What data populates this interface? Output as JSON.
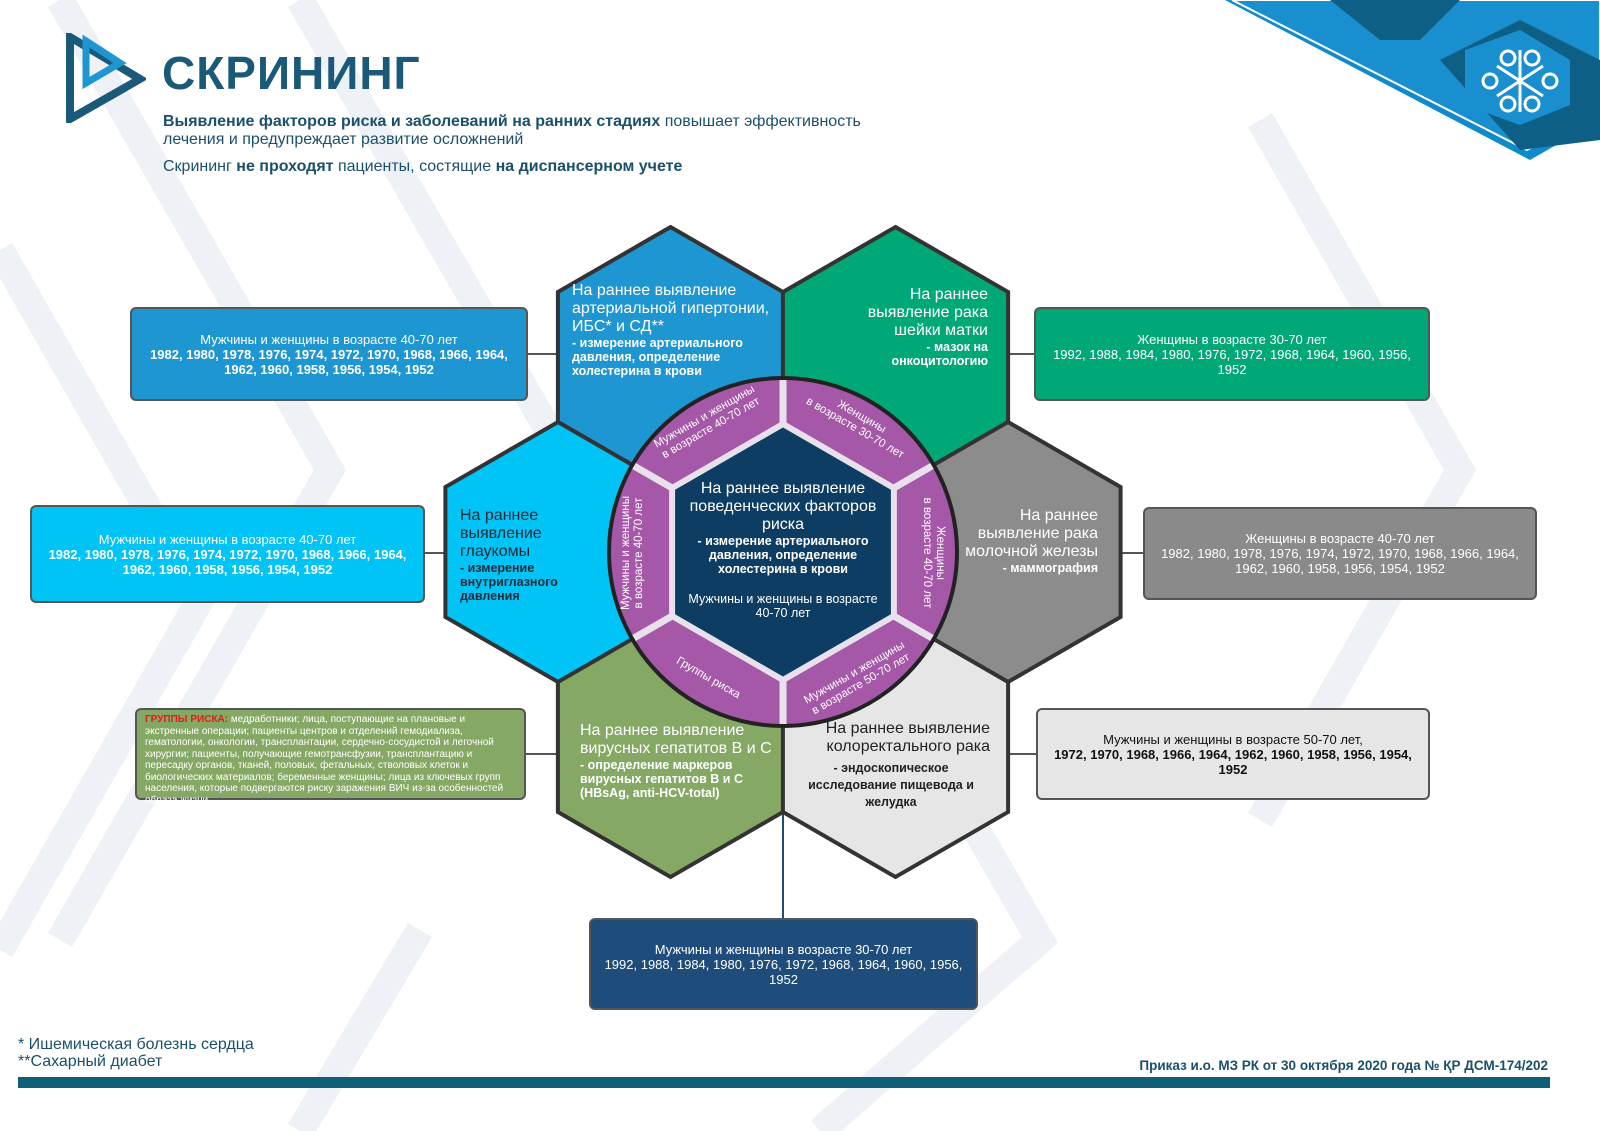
{
  "header": {
    "title": "СКРИНИНГ",
    "line1_bold": "Выявление факторов риска и заболеваний на ранних стадиях",
    "line1_rest": " повышает эффективность",
    "line2": "лечения и предупреждает развитие осложнений",
    "line3_a": "Скрининг ",
    "line3_b": "не проходят",
    "line3_c": " пациенты, состящие ",
    "line3_d": "на диспансерном учете"
  },
  "colors": {
    "blue": "#1e96d2",
    "green": "#00a878",
    "cyan": "#00c4f5",
    "gray": "#8c8c8c",
    "olive": "#86a865",
    "light": "#e6e6e6",
    "navy": "#0d3d63",
    "purple": "#a557a8",
    "brand": "#1a5a78"
  },
  "hexes": {
    "hypertension": {
      "title": "На раннее выявление артериальной гипертонии, ИБС* и СД**",
      "method": "- измерение артериального давления, определение холестерина в крови"
    },
    "cervical": {
      "title": "На раннее выявление рака шейки матки",
      "method": "- мазок на онкоцитологию"
    },
    "glaucoma": {
      "title": "На раннее выявление глаукомы",
      "method": "- измерение внутриглазного давления"
    },
    "breast": {
      "title": "На раннее выявление рака молочной железы",
      "method": "- маммография"
    },
    "hepatitis": {
      "title": "На раннее выявление вирусных гепатитов В и С",
      "method": "- определение маркеров вирусных гепатитов В и С (HBsAg, anti-HCV-total)"
    },
    "colorectal": {
      "title": "На раннее выявление колоректального рака",
      "method": "- эндоскопическое исследование пищевода и желудка"
    },
    "center": {
      "title": "На раннее выявление поведенческих факторов риска",
      "method": "- измерение артериального давления, определение холестерина в крови",
      "audience": "Мужчины и женщины в возрасте 40-70 лет"
    }
  },
  "ring": {
    "top_left": "Мужчины и женщины\nв возрасте 40-70 лет",
    "top_right": "Женщины\nв возрасте 30-70 лет",
    "right": "Женщины\nв возрасте 40-70 лет",
    "bottom_right": "Мужчины и женщины\nв возрасте 50-70 лет",
    "bottom_left": "Группы риска",
    "left": "Мужчины и женщины\nв возрасте 40-70 лет"
  },
  "boxes": {
    "hypertension": {
      "title": "Мужчины и женщины в возрасте 40-70 лет",
      "years": "1982, 1980, 1978,  1976, 1974, 1972, 1970, 1968, 1966, 1964, 1962, 1960, 1958, 1956, 1954, 1952"
    },
    "cervical": {
      "title": "Женщины в возрасте 30-70 лет",
      "years": "1992, 1988, 1984, 1980, 1976, 1972, 1968, 1964, 1960, 1956, 1952"
    },
    "glaucoma": {
      "title": "Мужчины и женщины в возрасте 40-70 лет",
      "years": "1982, 1980, 1978,  1976, 1974, 1972, 1970, 1968, 1966, 1964, 1962, 1960, 1958, 1956, 1954, 1952"
    },
    "breast": {
      "title": "Женщины в возрасте 40-70 лет",
      "years": "1982, 1980, 1978,  1976, 1974, 1972, 1970, 1968, 1966, 1964, 1962, 1960, 1958, 1956, 1954, 1952"
    },
    "risk": {
      "label": "ГРУППЫ РИСКА:",
      "text": " медработники; лица, поступающие на плановые и экстренные операции; пациенты центров и отделений гемодиализа, гематологии, онкологии, трансплантации, сердечно-сосудистой и легочной хирургии; пациенты, получающие гемотрансфузии, трансплантацию и пересадку органов, тканей, половых, фетальных, стволовых клеток и биологических материалов; беременные женщины; лица из ключевых групп населения, которые подвергаются риску заражения ВИЧ из-за особенностей образа жизни"
    },
    "colorectal": {
      "title": "Мужчины и женщины в возрасте 50-70 лет,",
      "years": "1972, 1970, 1968, 1966, 1964,  1962,  1960, 1958, 1956, 1954,  1952"
    },
    "behavioral": {
      "title": "Мужчины и женщины в возрасте 30-70 лет",
      "years": "1992, 1988, 1984, 1980, 1976, 1972, 1968, 1964, 1960, 1956, 1952"
    }
  },
  "footnotes": [
    "* Ишемическая болезнь сердца",
    "**Сахарный диабет"
  ],
  "footer": {
    "order": "Приказ и.о. МЗ РК от 30 октября 2020 года № ҚР ДСМ-174/202"
  },
  "icons": {
    "logo": "triangle-logo-icon",
    "emblem": "snowflake-emblem-icon"
  }
}
